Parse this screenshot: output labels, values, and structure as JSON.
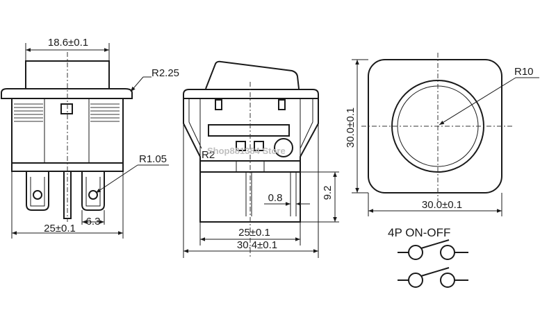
{
  "views": {
    "side": {
      "top_width": "18.6±0.1",
      "radius_top": "R2.25",
      "radius_terminal": "R1.05",
      "terminal_width": "6.3",
      "bottom_width": "25±0.1"
    },
    "front": {
      "radius": "R2",
      "pin_thickness": "0.8",
      "pin_height": "9.2",
      "body_width": "25±0.1",
      "total_width": "30.4±0.1"
    },
    "top": {
      "radius": "R10",
      "height": "30.0±0.1",
      "width": "30.0±0.1"
    }
  },
  "switch": {
    "label": "4P ON-OFF"
  },
  "watermark": "Shop881384 Store"
}
